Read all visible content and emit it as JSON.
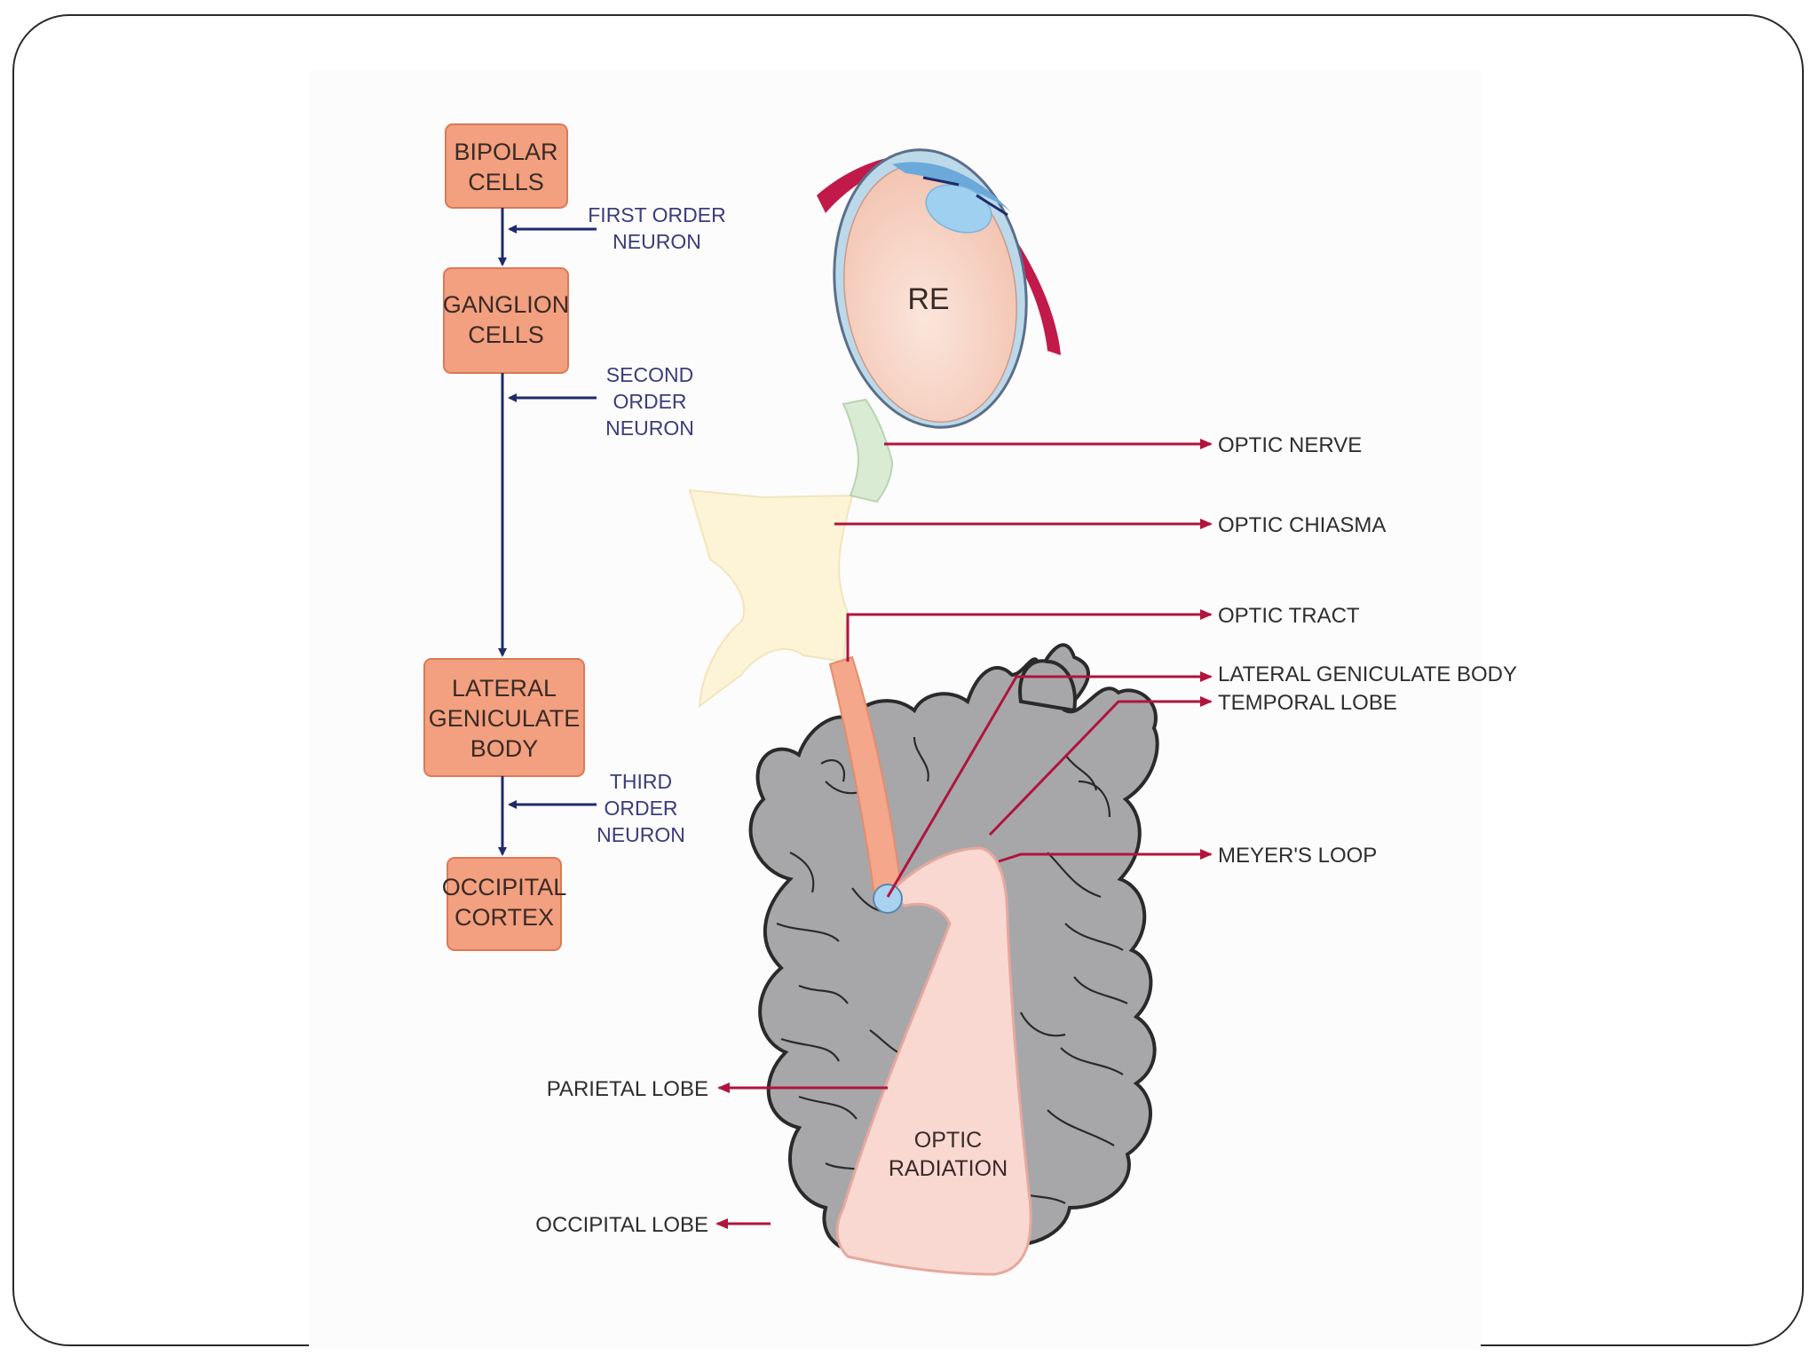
{
  "pathway_boxes": [
    {
      "lines": [
        "BIPOLAR",
        "CELLS"
      ]
    },
    {
      "lines": [
        "GANGLION",
        "CELLS"
      ]
    },
    {
      "lines": [
        "LATERAL",
        "GENICULATE",
        "BODY"
      ]
    },
    {
      "lines": [
        "OCCIPITAL",
        "CORTEX"
      ]
    }
  ],
  "neuron_labels": [
    {
      "lines": [
        "FIRST ORDER",
        "NEURON"
      ]
    },
    {
      "lines": [
        "SECOND",
        "ORDER",
        "NEURON"
      ]
    },
    {
      "lines": [
        "THIRD",
        "ORDER",
        "NEURON"
      ]
    }
  ],
  "eye_label": "RE",
  "structure_labels": {
    "optic_nerve": "OPTIC NERVE",
    "optic_chiasma": "OPTIC CHIASMA",
    "optic_tract": "OPTIC TRACT",
    "lateral_geniculate_body": "LATERAL GENICULATE BODY",
    "temporal_lobe": "TEMPORAL LOBE",
    "meyers_loop": "MEYER'S LOOP",
    "parietal_lobe": "PARIETAL LOBE",
    "occipital_lobe": "OCCIPITAL LOBE"
  },
  "optic_radiation_lines": [
    "OPTIC",
    "RADIATION"
  ],
  "colors": {
    "box_fill": "#f2a07f",
    "box_stroke": "#d97a58",
    "flow_arrow": "#1f2a6b",
    "label_arrow": "#b0143e",
    "brain_fill": "#a7a7a9",
    "radiation_fill": "#f9d8d2",
    "chiasma_fill": "#fdf3d6"
  }
}
